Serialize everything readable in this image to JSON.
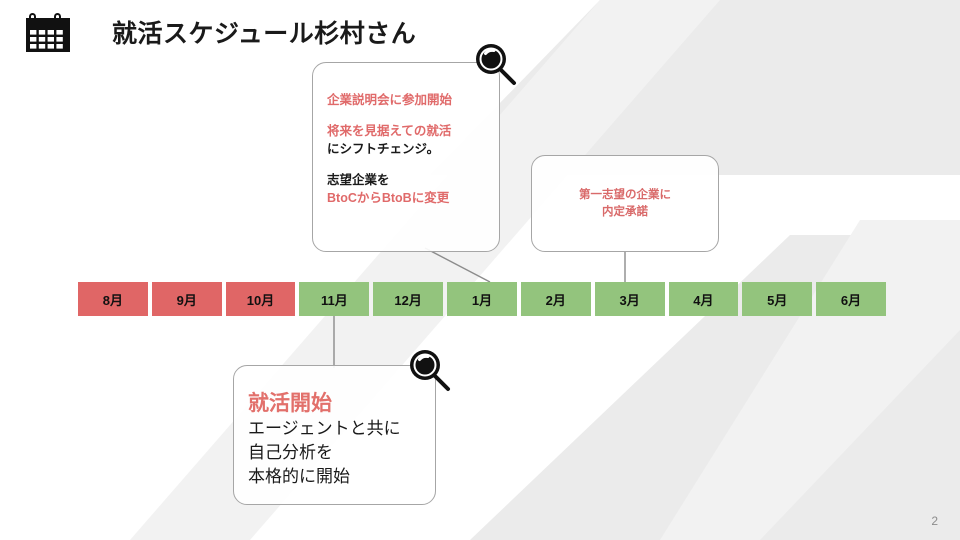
{
  "header": {
    "title": "就活スケジュール杉村さん",
    "icon": "calendar-icon"
  },
  "callout_main": {
    "icon": "magnifier-icon",
    "lines": [
      {
        "text": "企業説明会に参加開始",
        "color": "red"
      },
      {
        "text": "将来を見据えての就活",
        "color": "red"
      },
      {
        "text": "にシフトチェンジ。",
        "color": "black"
      },
      {
        "text": "志望企業を",
        "color": "black"
      },
      {
        "text": "BtoCからBtoBに変更",
        "color": "red"
      }
    ],
    "connects_to": "1月"
  },
  "callout_offer": {
    "lines": [
      "第一志望の企業に",
      "内定承諾"
    ],
    "connects_to": "3月"
  },
  "callout_start": {
    "icon": "magnifier-icon",
    "title": "就活開始",
    "lines": [
      "エージェントと共に",
      "自己分析を",
      "本格的に開始"
    ],
    "connects_to": "11月"
  },
  "timeline": {
    "months": [
      {
        "label": "8月",
        "state": "red"
      },
      {
        "label": "9月",
        "state": "red"
      },
      {
        "label": "10月",
        "state": "red"
      },
      {
        "label": "11月",
        "state": "green"
      },
      {
        "label": "12月",
        "state": "green"
      },
      {
        "label": "1月",
        "state": "green"
      },
      {
        "label": "2月",
        "state": "green"
      },
      {
        "label": "3月",
        "state": "green"
      },
      {
        "label": "4月",
        "state": "green"
      },
      {
        "label": "5月",
        "state": "green"
      },
      {
        "label": "6月",
        "state": "green"
      }
    ]
  },
  "footer": {
    "page_number": "2"
  },
  "colors": {
    "month_red": "#e06666",
    "month_green": "#93c47d",
    "accent_red": "#e06a6a",
    "text_dark": "#1a1a1a",
    "border_gray": "#a6a6a6",
    "watermark_gray": "#ebebeb",
    "page_number_gray": "#8c8c8c"
  }
}
